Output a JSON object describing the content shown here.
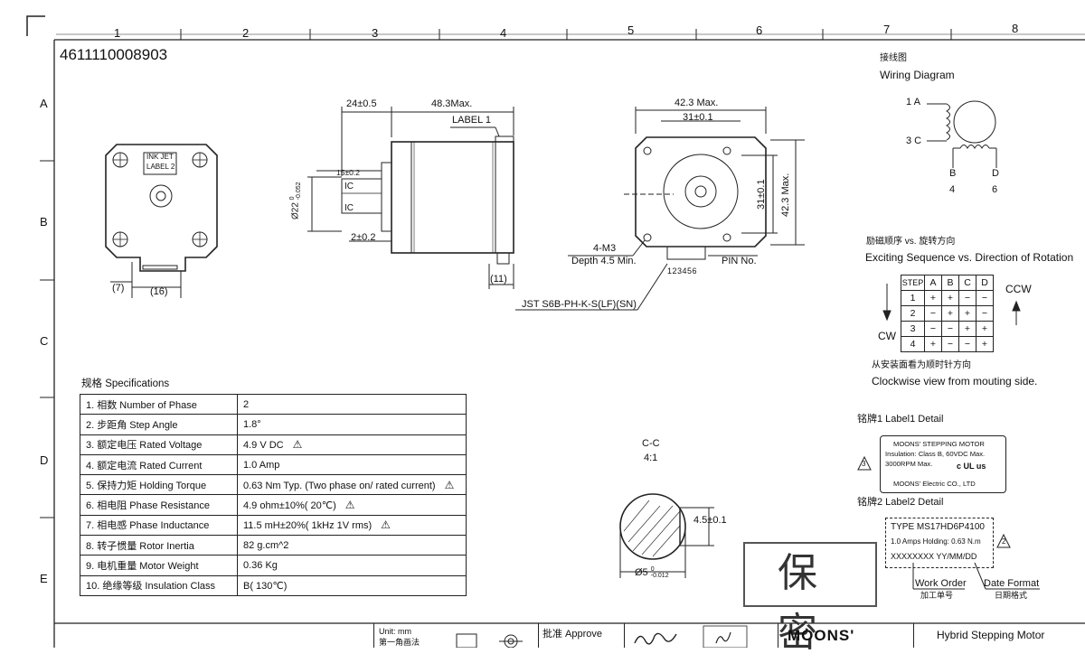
{
  "drawing_number": "4611110008903",
  "columns": [
    "1",
    "2",
    "3",
    "4",
    "5",
    "6",
    "7",
    "8"
  ],
  "rows": [
    "A",
    "B",
    "C",
    "D",
    "E"
  ],
  "front_view": {
    "ink_jet_label": "INK JET",
    "label2": "LABEL 2",
    "dim_7": "(7)",
    "dim_16": "(16)"
  },
  "side_view": {
    "dim_24": "24±0.5",
    "dim_48": "48.3Max.",
    "label1": "LABEL 1",
    "dim_15": "15±0.2",
    "ic_top": "IC",
    "ic_bottom": "IC",
    "shaft_dia": "Ø22",
    "shaft_tol_top": "0",
    "shaft_tol_bottom": "-0.052",
    "dim_2": "2±0.2",
    "dim_11": "(11)",
    "connector": "JST S6B-PH-K-S(LF)(SN)"
  },
  "end_view": {
    "dim_423_top": "42.3 Max.",
    "dim_31_top": "31±0.1",
    "dim_31_side": "31±0.1",
    "dim_423_side": "42.3 Max.",
    "thread": "4-M3",
    "depth": "Depth 4.5 Min.",
    "pin_numbers": "123456",
    "pin_no_label": "PIN No."
  },
  "wiring": {
    "title_cn": "接线图",
    "title_en": "Wiring Diagram",
    "pin_1a": "1 A",
    "pin_3c": "3 C",
    "pin_b": "B",
    "pin_d": "D",
    "num_4": "4",
    "num_6": "6"
  },
  "sequence": {
    "title_cn": "励磁顺序 vs. 旋转方向",
    "title_en": "Exciting Sequence vs. Direction of Rotation",
    "headers": [
      "STEP",
      "A",
      "B",
      "C",
      "D"
    ],
    "rows": [
      [
        "1",
        "+",
        "+",
        "−",
        "−"
      ],
      [
        "2",
        "−",
        "+",
        "+",
        "−"
      ],
      [
        "3",
        "−",
        "−",
        "+",
        "+"
      ],
      [
        "4",
        "+",
        "−",
        "−",
        "+"
      ]
    ],
    "ccw": "CCW",
    "cw": "CW",
    "note_cn": "从安装面看为顺时针方向",
    "note_en": "Clockwise view from mouting side."
  },
  "specifications": {
    "title": "规格 Specifications",
    "rows": [
      {
        "k": "1. 相数 Number of Phase",
        "v": "2",
        "warn": false
      },
      {
        "k": "2. 步距角 Step Angle",
        "v": "1.8°",
        "warn": false
      },
      {
        "k": "3. 额定电压 Rated Voltage",
        "v": "4.9 V DC",
        "warn": true
      },
      {
        "k": "4. 额定电流 Rated Current",
        "v": "1.0 Amp",
        "warn": false
      },
      {
        "k": "5. 保持力矩 Holding Torque",
        "v": "0.63 Nm Typ. (Two phase on/ rated current)",
        "warn": true
      },
      {
        "k": "6. 相电阻 Phase Resistance",
        "v": "4.9 ohm±10%( 20℃)",
        "warn": true
      },
      {
        "k": "7. 相电感 Phase Inductance",
        "v": "11.5 mH±20%( 1kHz 1V rms)",
        "warn": true
      },
      {
        "k": "8. 转子惯量 Rotor Inertia",
        "v": "82 g.cm^2",
        "warn": false
      },
      {
        "k": "9. 电机重量 Motor Weight",
        "v": "0.36 Kg",
        "warn": false
      },
      {
        "k": "10. 绝缘等级 Insulation Class",
        "v": "B( 130℃)",
        "warn": false
      }
    ]
  },
  "section": {
    "title": "C-C",
    "scale": "4:1",
    "flat": "4.5±0.1",
    "dia": "Ø5",
    "tol_top": "0",
    "tol_bottom": "-0.012"
  },
  "label1_detail": {
    "title": "铭牌1 Label1 Detail",
    "marker": "3",
    "line1": "MOONS' STEPPING MOTOR",
    "line2": "Insulation: Class B, 60VDC Max.",
    "line3": "3000RPM Max.",
    "ul_mark": "c  UL  us",
    "line4": "MOONS' Electric CO., LTD"
  },
  "label2_detail": {
    "title": "铭牌2 Label2 Detail",
    "marker": "2",
    "type_line": "TYPE MS17HD6P4100",
    "rating_line": "1.0 Amps  Holding: 0.63 N.m",
    "order_line": "XXXXXXXX   YY/MM/DD",
    "work_order_en": "Work Order",
    "work_order_cn": "加工单号",
    "date_format_en": "Date Format",
    "date_format_cn": "日期格式"
  },
  "stamp": "保 密",
  "title_block": {
    "unit": "Unit:  mm",
    "projection": "第一角画法",
    "approve": "批准 Approve",
    "brand": "MOONS'",
    "product": "Hybrid Stepping Motor"
  }
}
